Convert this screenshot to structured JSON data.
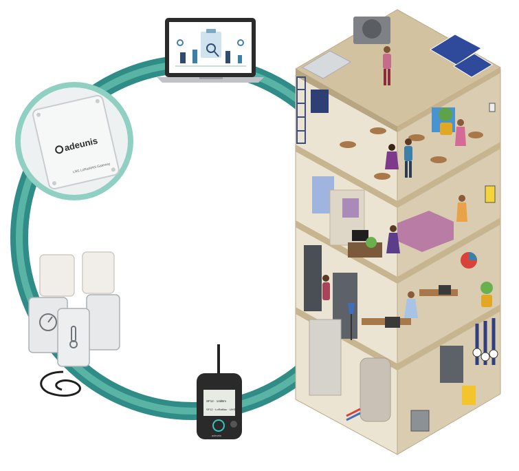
{
  "gateway": {
    "brand": "adeunis",
    "caption": "LNS LoRaWAN Gateway"
  },
  "field_tester": {
    "brand": "adeunis",
    "screen_line1": "SF12 · 14dBm",
    "screen_line2": "SF12 · LoRaMac · UHS"
  },
  "colors": {
    "ring_outer": "#2f8c86",
    "ring_inner": "#5fb8a8",
    "building_floor": "#d9c9a9",
    "building_wall": "#ece4d3",
    "building_side": "#c9b791"
  },
  "icons": {
    "laptop": "laptop-dashboard-icon",
    "gateway": "gateway-device-icon",
    "sensors": "sensor-group-icon",
    "tester": "field-tester-icon",
    "building": "smart-building-icon"
  }
}
